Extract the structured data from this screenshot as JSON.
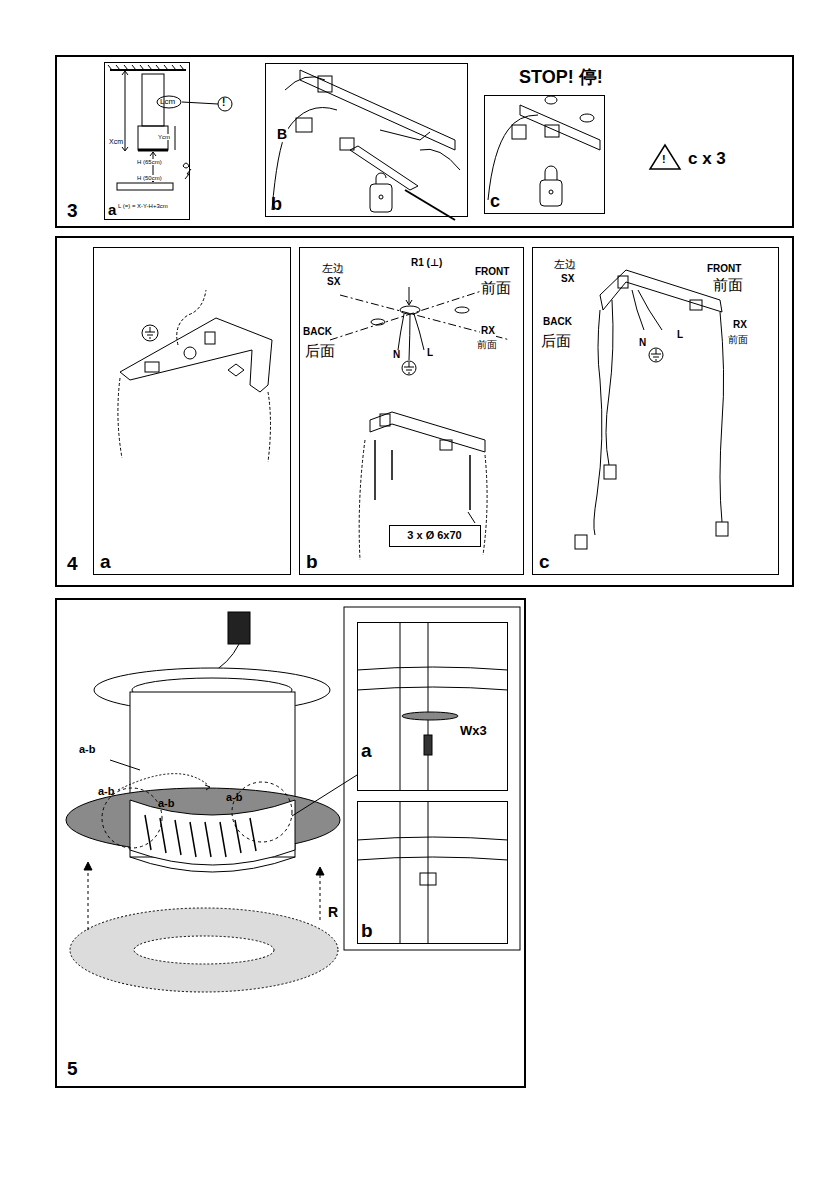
{
  "diagram": {
    "nodes": [
      {
        "text": [
          "3"
        ]
      },
      {
        "text": [
          "a"
        ],
        "in": 0
      },
      {
        "text": [
          "b"
        ],
        "in": 0
      },
      {
        "text": [
          "c"
        ],
        "in": 0
      },
      {
        "text": [
          "4"
        ]
      },
      {
        "text": [
          "a"
        ],
        "in": 4
      },
      {
        "text": [
          "b"
        ],
        "in": 4
      },
      {
        "text": [
          "3 x Ø 6x70"
        ],
        "in": 6
      },
      {
        "text": [
          "c"
        ],
        "in": 4
      },
      {
        "text": [
          "5"
        ]
      },
      {
        "text": [
          "a"
        ],
        "in": 9
      },
      {
        "text": [
          "b"
        ],
        "in": 9
      }
    ],
    "labels": [
      "Lcm",
      "!",
      "Xcm",
      "Ycm",
      "H (65cm)",
      "H (50cm)",
      "L (=) = X-Y-H+3cm",
      "B",
      "STOP! 停!",
      "!",
      "c x 3",
      "左边",
      "SX",
      "R1 (⊥)",
      "FRONT",
      "前面",
      "BACK",
      "后面",
      "RX",
      "前面",
      "N",
      "L",
      "左边",
      "SX",
      "FRONT",
      "前面",
      "BACK",
      "后面",
      "RX",
      "前面",
      "N",
      "L",
      "a-b",
      "a-b",
      "a-b",
      "a-b",
      "Wx3",
      "R"
    ]
  }
}
